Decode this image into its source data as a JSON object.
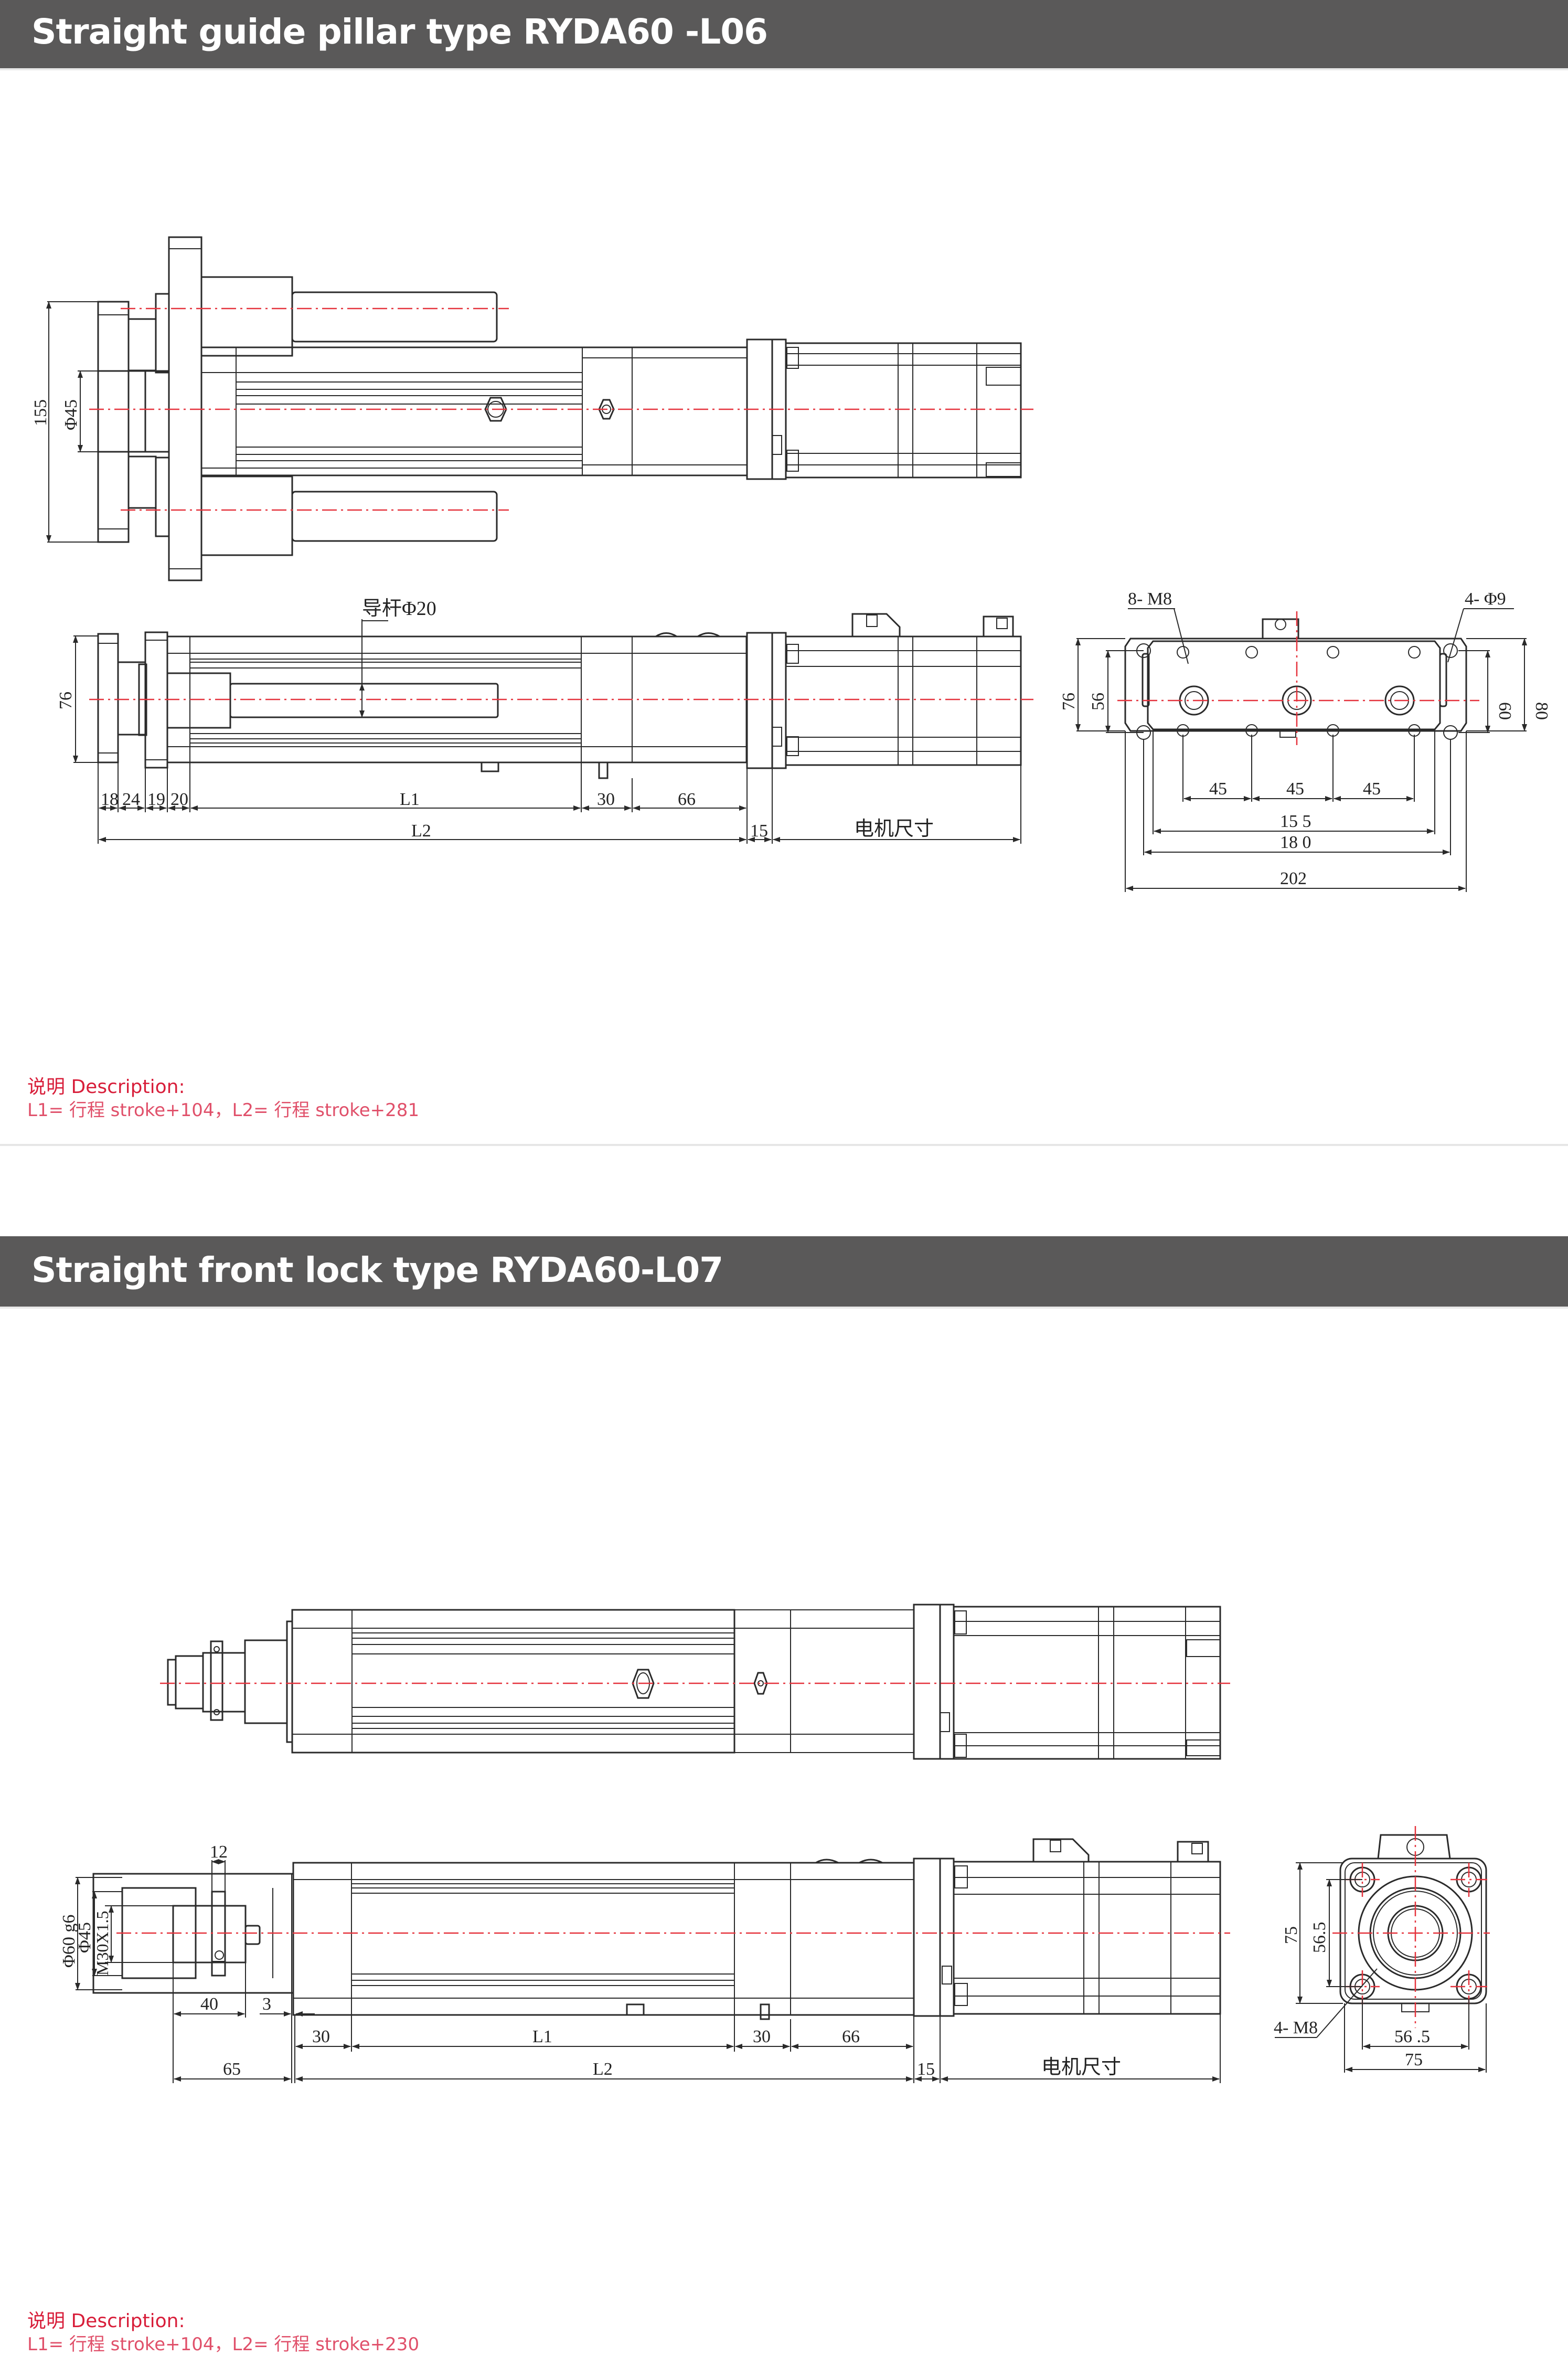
{
  "sections": [
    {
      "title": "Straight guide pillar type RYDA60 -L06",
      "description": {
        "heading": "说明 Description:",
        "formula": "L1= 行程 stroke+104，L2= 行程 stroke+281"
      },
      "drawing": {
        "top_view": {
          "dims": {
            "height": "155",
            "rod_dia": "Φ45"
          }
        },
        "side_view": {
          "dims": {
            "height": "76",
            "guide_rod": "导杆Φ20",
            "seg1": "18",
            "seg2": "24",
            "seg3": "19",
            "seg4": "20",
            "l1": "L1",
            "seg5": "30",
            "seg6": "66",
            "l2": "L2",
            "gap": "15",
            "motor": "电机尺寸"
          }
        },
        "end_view": {
          "dims": {
            "tapped_holes": "8- M8",
            "through_holes": "4- Φ9",
            "h76": "76",
            "h56": "56",
            "h60": "60",
            "h80": "80",
            "p1": "45",
            "p2": "45",
            "p3": "45",
            "w155": "15 5",
            "w180": "18 0",
            "w202": "202"
          }
        }
      }
    },
    {
      "title": "Straight front lock type RYDA60-L07",
      "description": {
        "heading": "说明 Description:",
        "formula": "L1= 行程 stroke+104，L2= 行程 stroke+230"
      },
      "drawing": {
        "side_view": {
          "dims": {
            "w12": "12",
            "phi60": "Φ60  g6",
            "phi45": "Φ45",
            "thread": "M30X1.5",
            "d40": "40",
            "d3": "3",
            "d30a": "30",
            "l1": "L1",
            "d30b": "30",
            "d66": "66",
            "d65": "65",
            "l2": "L2",
            "gap": "15",
            "motor": "电机尺寸"
          }
        },
        "end_view": {
          "dims": {
            "holes": "4- M8",
            "h75": "75",
            "h565": "56.5",
            "w565": "56 .5",
            "w75": "75"
          }
        }
      }
    }
  ],
  "colors": {
    "header_bg": "#5a5959",
    "header_text": "#ffffff",
    "description_text": "#d81e3a",
    "centerline": "#e5323c"
  }
}
